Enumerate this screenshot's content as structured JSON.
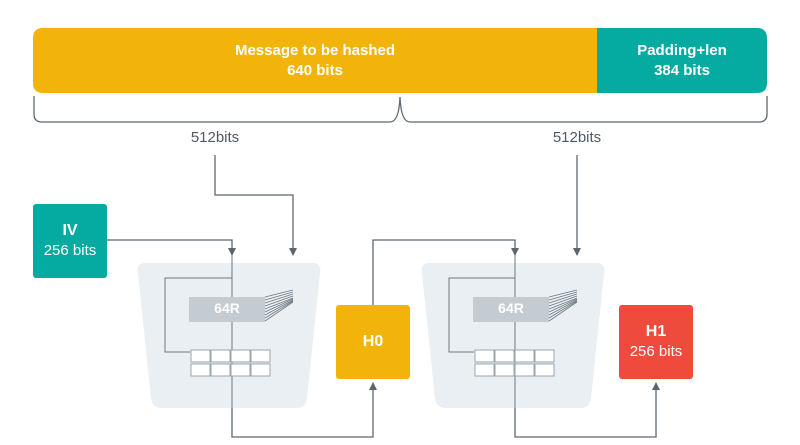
{
  "colors": {
    "message": "#f2b40b",
    "padding": "#05aba0",
    "iv": "#05aba0",
    "h0": "#f2b40b",
    "h1": "#ef4b3c",
    "compress_bg": "#e9eff3",
    "round_box": "#c4ccd2",
    "line": "#5c6670"
  },
  "message_bar": {
    "message_label": "Message to be hashed",
    "message_bits": "640 bits",
    "padding_label": "Padding+len",
    "padding_bits": "384 bits"
  },
  "blocks": {
    "left_label": "512bits",
    "right_label": "512bits"
  },
  "iv": {
    "title": "IV",
    "bits": "256 bits"
  },
  "compress1": {
    "rounds": "64R"
  },
  "compress2": {
    "rounds": "64R"
  },
  "h0": {
    "title": "H0"
  },
  "h1": {
    "title": "H1",
    "bits": "256 bits"
  }
}
